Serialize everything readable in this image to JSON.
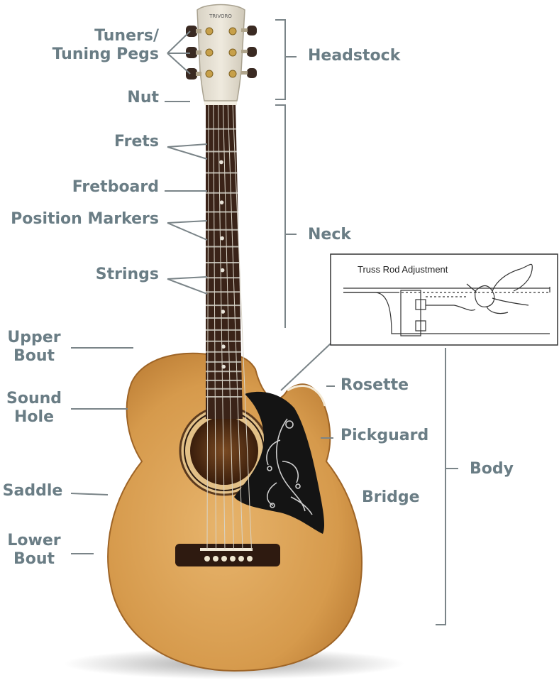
{
  "labels": {
    "tuners": "Tuners/\nTuning Pegs",
    "tuners_line1": "Tuners/",
    "tuners_line2": "Tuning Pegs",
    "nut": "Nut",
    "frets": "Frets",
    "fretboard": "Fretboard",
    "position_markers": "Position Markers",
    "strings": "Strings",
    "upper_bout_1": "Upper",
    "upper_bout_2": "Bout",
    "sound_hole_1": "Sound",
    "sound_hole_2": "Hole",
    "saddle": "Saddle",
    "lower_bout_1": "Lower",
    "lower_bout_2": "Bout",
    "headstock": "Headstock",
    "neck": "Neck",
    "rosette": "Rosette",
    "pickguard": "Pickguard",
    "bridge": "Bridge",
    "body": "Body"
  },
  "inset": {
    "title": "Truss Rod Adjustment"
  },
  "brand": {
    "headstock_logo": "TRIVORO"
  },
  "colors": {
    "label_text": "#6a7d85",
    "leader_line": "#7a8488",
    "spruce_top": "#d9a156",
    "fretboard": "#3a2318",
    "pickguard": "#141414"
  }
}
